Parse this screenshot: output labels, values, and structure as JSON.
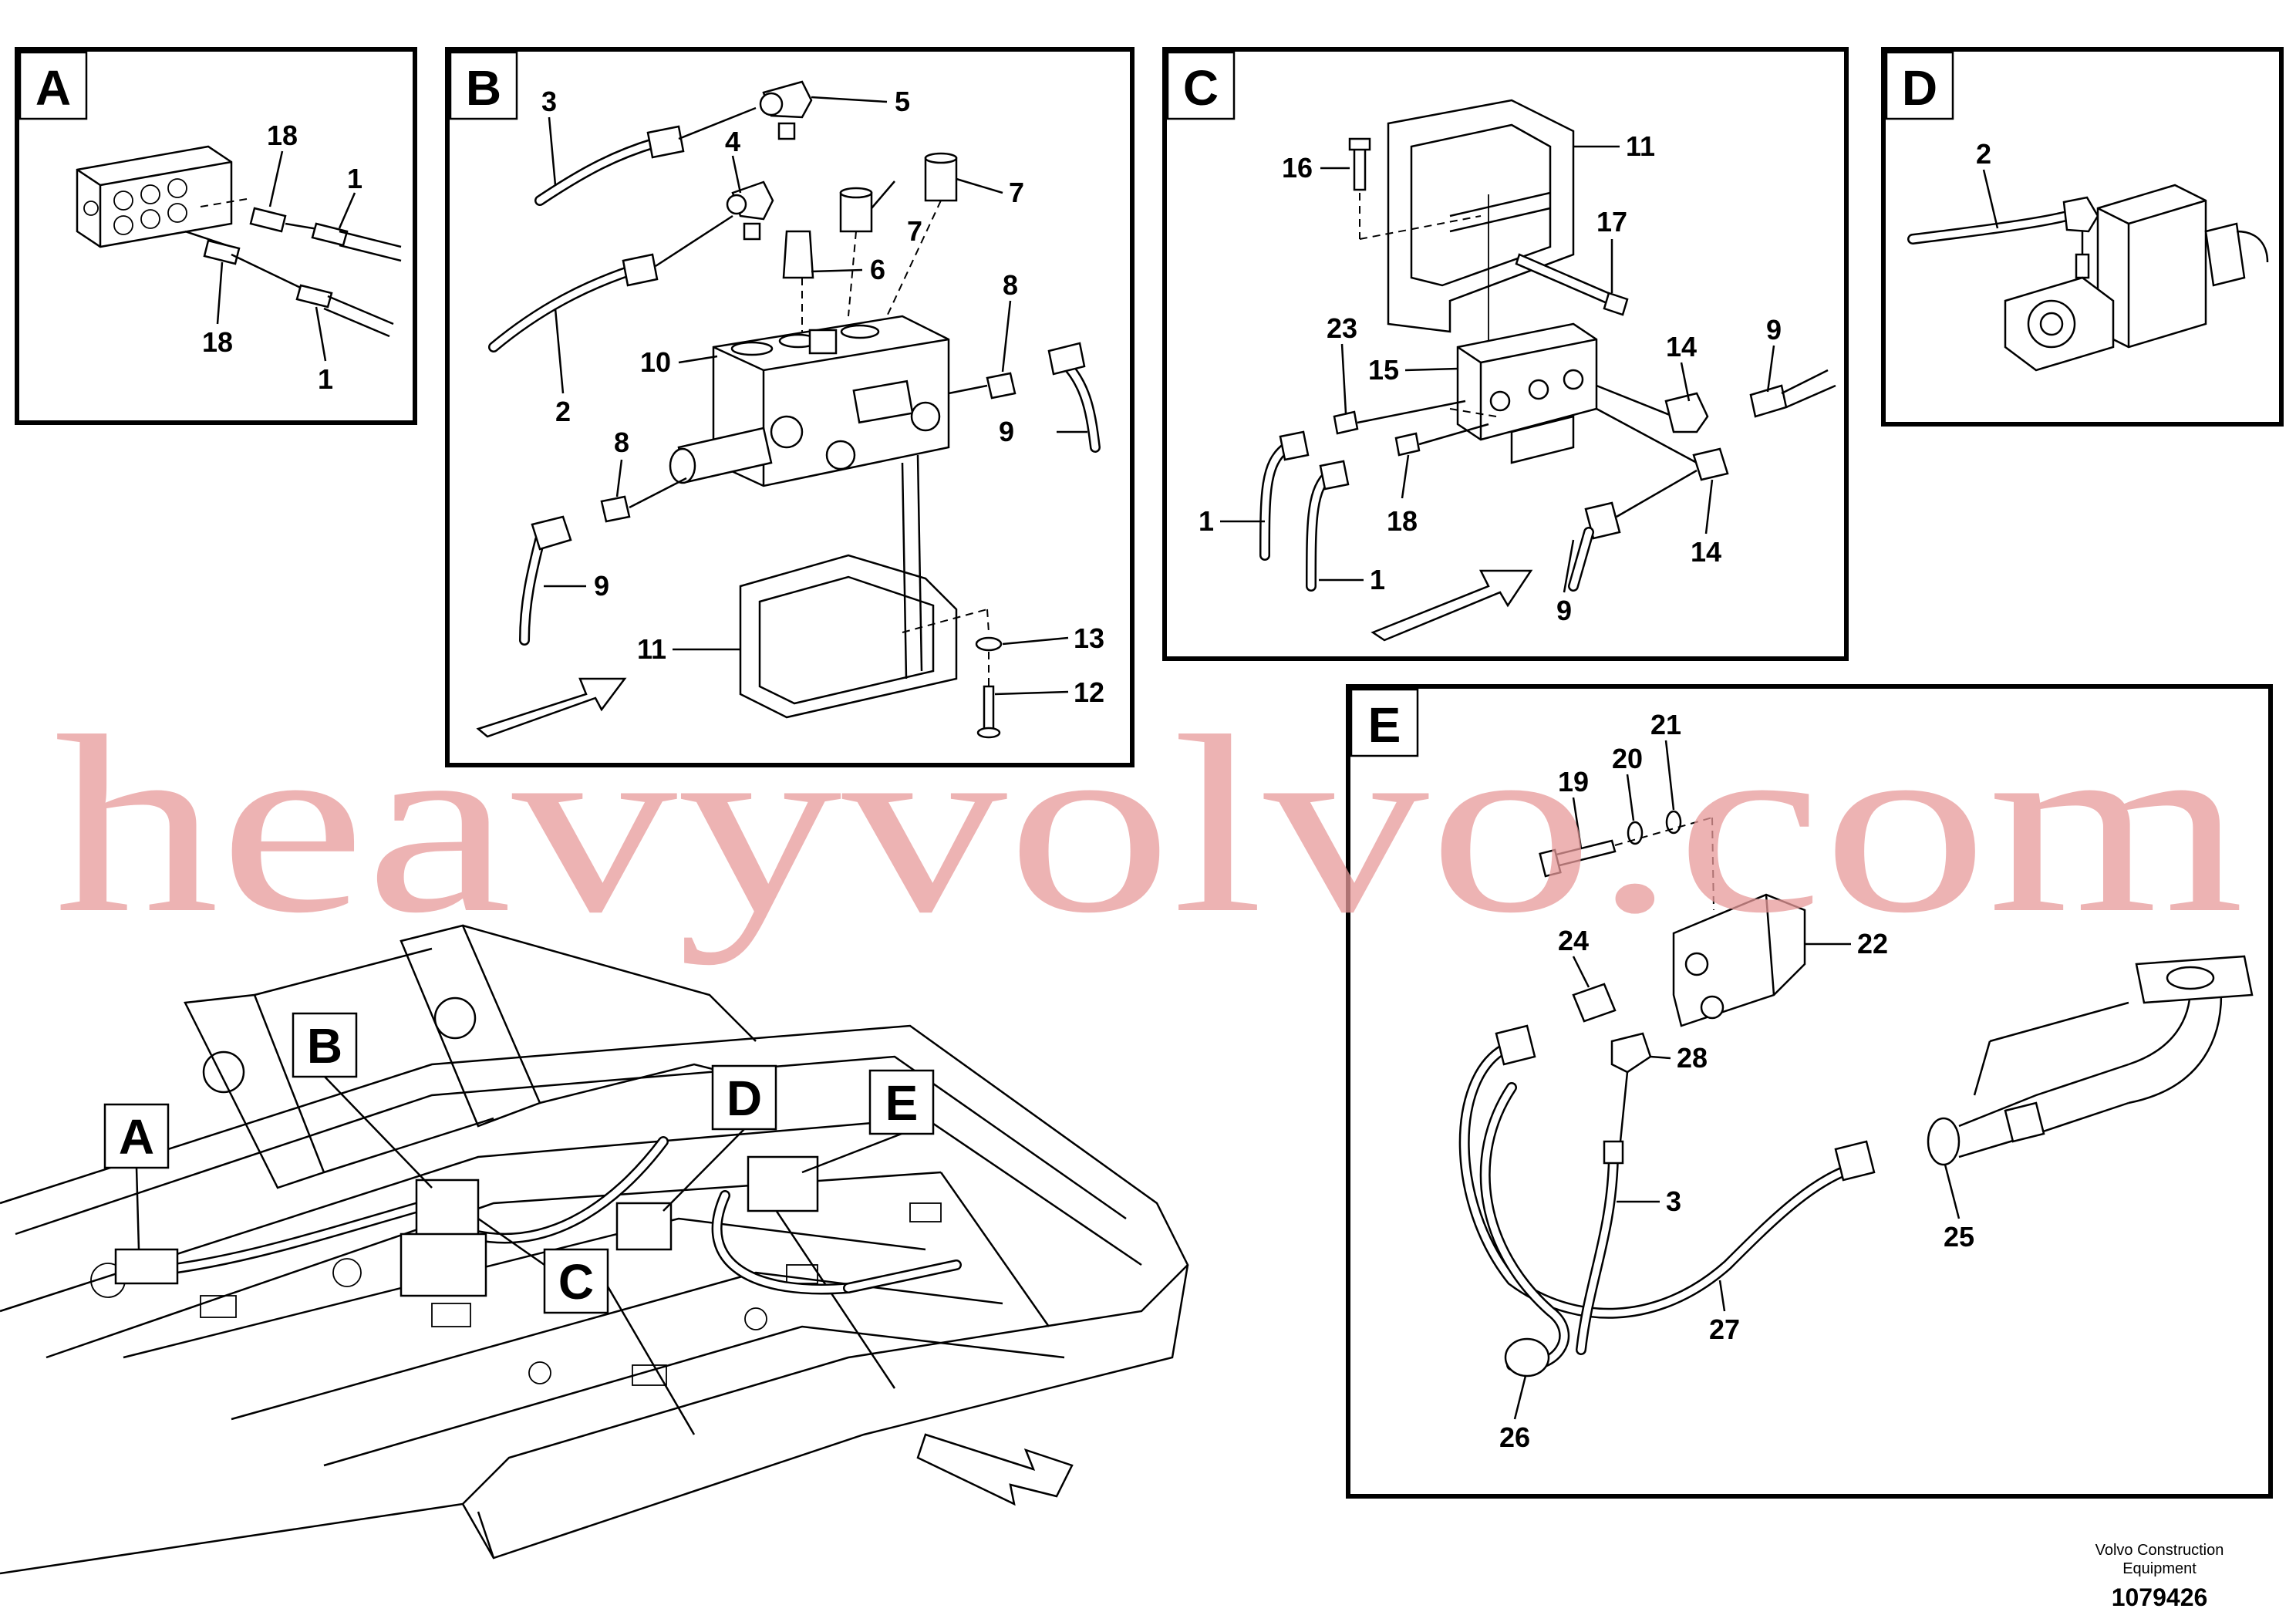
{
  "views": {
    "A": {
      "letter": "A",
      "labels": [
        "18",
        "1",
        "18",
        "1"
      ]
    },
    "B": {
      "letter": "B",
      "labels": [
        "3",
        "5",
        "4",
        "7",
        "7",
        "6",
        "8",
        "10",
        "2",
        "9",
        "8",
        "9",
        "11",
        "13",
        "12"
      ]
    },
    "C": {
      "letter": "C",
      "labels": [
        "11",
        "16",
        "17",
        "23",
        "15",
        "14",
        "9",
        "1",
        "18",
        "14",
        "1",
        "9"
      ]
    },
    "D": {
      "letter": "D",
      "labels": [
        "2"
      ]
    },
    "E": {
      "letter": "E",
      "labels": [
        "21",
        "19",
        "20",
        "24",
        "22",
        "28",
        "3",
        "25",
        "27",
        "26"
      ]
    }
  },
  "overview": {
    "callouts": [
      "B",
      "A",
      "D",
      "E",
      "C"
    ]
  },
  "watermark": "heavyvolvo.com",
  "footer": {
    "company_line1": "Volvo Construction",
    "company_line2": "Equipment",
    "drawing_number": "1079426"
  }
}
